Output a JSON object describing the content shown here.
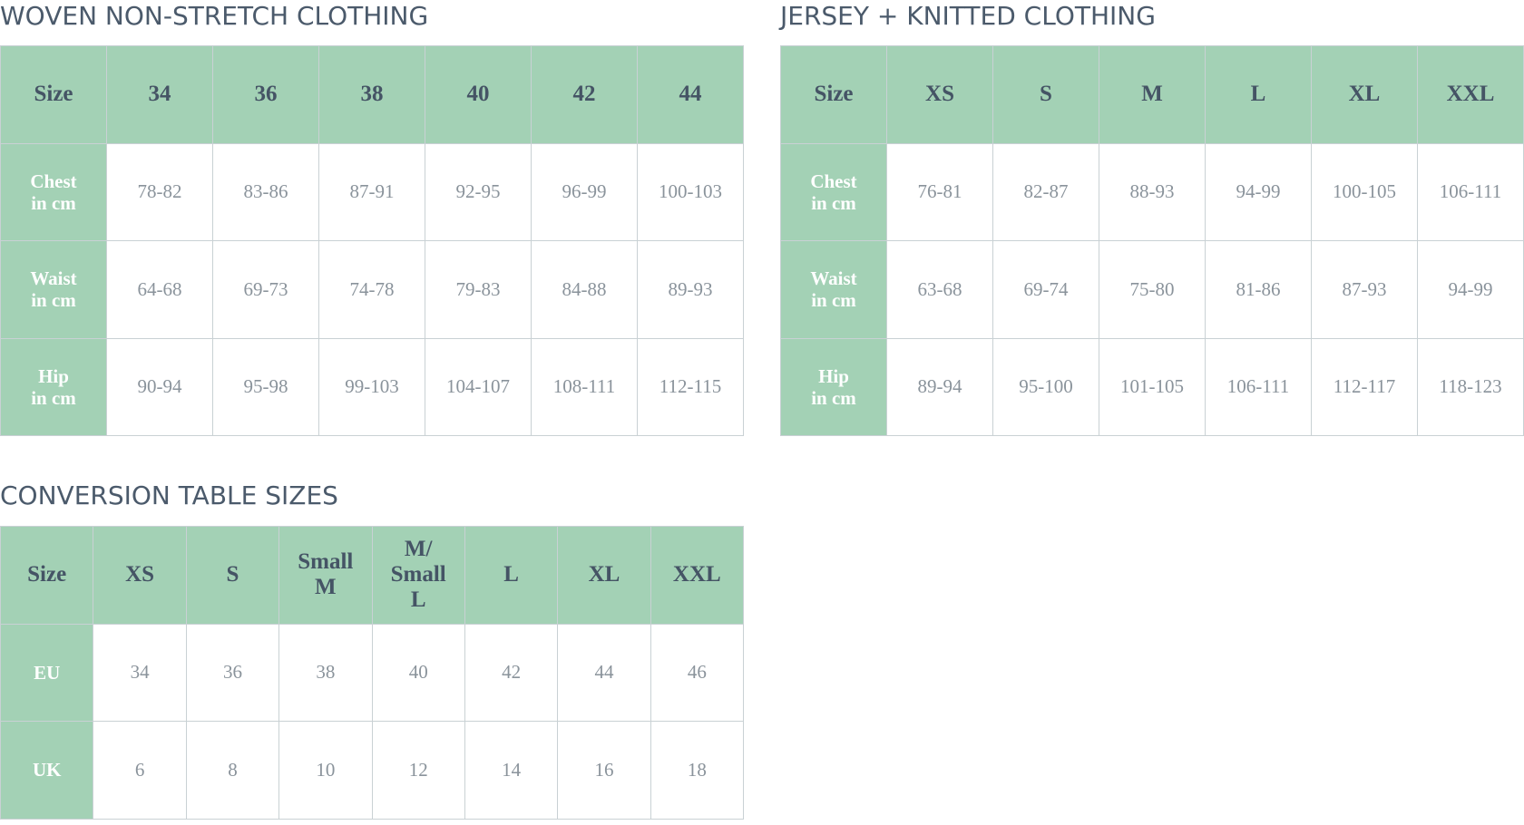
{
  "woven": {
    "title": "WOVEN NON-STRETCH CLOTHING",
    "header": [
      "Size",
      "34",
      "36",
      "38",
      "40",
      "42",
      "44"
    ],
    "rows": [
      {
        "label": "Chest\nin cm",
        "cells": [
          "78-82",
          "83-86",
          "87-91",
          "92-95",
          "96-99",
          "100-103"
        ]
      },
      {
        "label": "Waist\nin cm",
        "cells": [
          "64-68",
          "69-73",
          "74-78",
          "79-83",
          "84-88",
          "89-93"
        ]
      },
      {
        "label": "Hip\nin cm",
        "cells": [
          "90-94",
          "95-98",
          "99-103",
          "104-107",
          "108-111",
          "112-115"
        ]
      }
    ]
  },
  "jersey": {
    "title": "JERSEY + KNITTED CLOTHING",
    "header": [
      "Size",
      "XS",
      "S",
      "M",
      "L",
      "XL",
      "XXL"
    ],
    "rows": [
      {
        "label": "Chest\nin cm",
        "cells": [
          "76-81",
          "82-87",
          "88-93",
          "94-99",
          "100-105",
          "106-111"
        ]
      },
      {
        "label": "Waist\nin cm",
        "cells": [
          "63-68",
          "69-74",
          "75-80",
          "81-86",
          "87-93",
          "94-99"
        ]
      },
      {
        "label": "Hip\nin cm",
        "cells": [
          "89-94",
          "95-100",
          "101-105",
          "106-111",
          "112-117",
          "118-123"
        ]
      }
    ]
  },
  "conversion": {
    "title": "CONVERSION TABLE SIZES",
    "header": [
      "Size",
      "XS",
      "S",
      "Small\nM",
      "M/\nSmall\nL",
      "L",
      "XL",
      "XXL"
    ],
    "rows": [
      {
        "label": "EU",
        "cells": [
          "34",
          "36",
          "38",
          "40",
          "42",
          "44",
          "46"
        ]
      },
      {
        "label": "UK",
        "cells": [
          "6",
          "8",
          "10",
          "12",
          "14",
          "16",
          "18"
        ]
      }
    ]
  },
  "colors": {
    "header_bg": "#a3d1b5",
    "header_text": "#455465",
    "row_label_text": "#ffffff",
    "cell_text": "#8a939b",
    "grid_line": "#c9d1d4",
    "title_text": "#4b5a6b"
  }
}
